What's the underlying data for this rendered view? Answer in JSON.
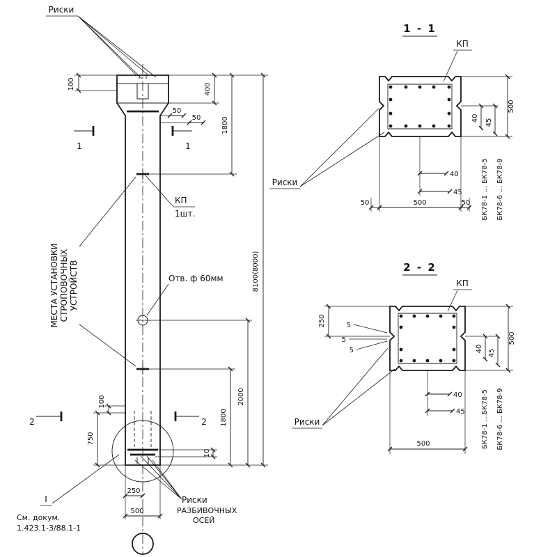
{
  "colors": {
    "ink": "#1a1a1a",
    "paper": "#ffffff"
  },
  "elevation": {
    "riski_top": "Риски",
    "section_marks": {
      "s1": "1",
      "s2": "2"
    },
    "kp_label": "КП",
    "kp_qty": "1шт.",
    "hole_label": "Отв. ф 60мм",
    "lifting_line1": "МЕСТА УСТАНОВКИ",
    "lifting_line2": "СТРОПОВОЧНЫХ",
    "lifting_line3": "УСТРОЙСТВ",
    "axes_line1": "Риски",
    "axes_line2": "РАЗБИВОЧНЫХ",
    "axes_line3": "ОСЕЙ",
    "note_mark": "I",
    "doc_line1": "См. докум.",
    "doc_line2": "1.423.1-3/88.1-1",
    "dims": {
      "top_100": "100",
      "cap_400": "400",
      "plate_50a": "50",
      "plate_50b": "50",
      "top_1800": "1800",
      "overall": "8100(8000)",
      "hole_2000": "2000",
      "bottom_1800": "1800",
      "base_10": "10",
      "bottom_100": "100",
      "bottom_750": "750",
      "bottom_250": "250",
      "bottom_500": "500"
    }
  },
  "section1": {
    "title": "1 - 1",
    "kp_label": "КП",
    "riski_label": "Риски",
    "dims": {
      "side_500": "500",
      "right_40": "40",
      "right_45": "45",
      "below_40": "40",
      "below_45": "45",
      "bottom_50_left": "50",
      "bottom_500": "500",
      "bottom_50_right": "50"
    },
    "series_line1": "БК78-1 ... БК78-5",
    "series_line2": "БК78-6 ... БК78-9"
  },
  "section2": {
    "title": "2 - 2",
    "kp_label": "КП",
    "riski_label": "Риски",
    "dims": {
      "left_250": "250",
      "off_5a": "5",
      "off_5b": "5",
      "off_5c": "5",
      "side_500": "500",
      "right_40": "40",
      "right_45": "45",
      "below_40": "40",
      "below_45": "45",
      "bottom_500": "500"
    },
    "series_line1": "БК78-1 ...БК78-5",
    "series_line2": "БК78-6 ... БК78-9"
  }
}
